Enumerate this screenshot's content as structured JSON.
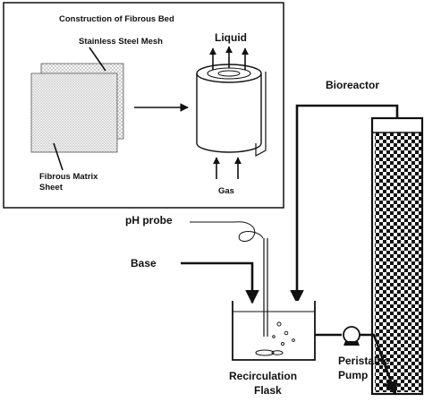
{
  "inset": {
    "title": "Construction of Fibrous Bed",
    "mesh_label": "Stainless Steel Mesh",
    "matrix_label_line1": "Fibrous Matrix",
    "matrix_label_line2": "Sheet",
    "liquid_label": "Liquid",
    "gas_label": "Gas"
  },
  "main": {
    "bioreactor_label": "Bioreactor",
    "ph_probe_label": "pH probe",
    "base_label": "Base",
    "flask_label_line1": "Recirculation",
    "flask_label_line2": "Flask",
    "pump_label_line1": "Peristaltic",
    "pump_label_line2": "Pump"
  }
}
